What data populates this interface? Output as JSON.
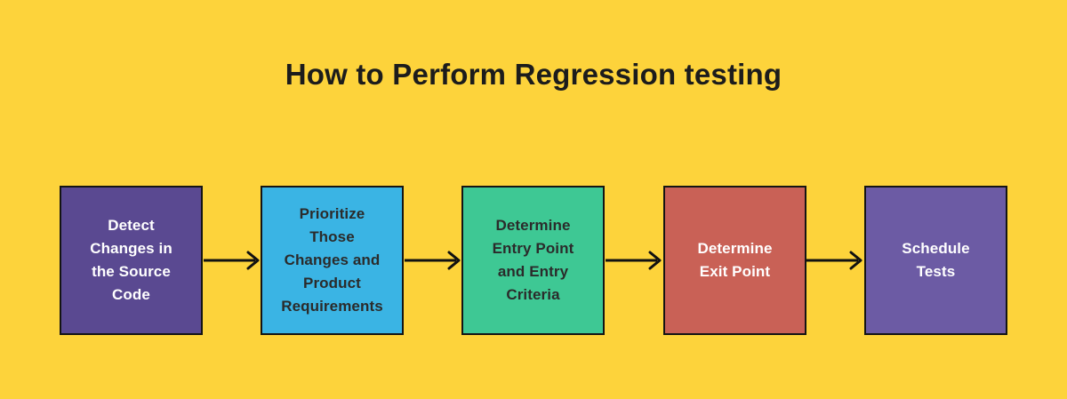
{
  "canvas": {
    "background": "#fdd33b"
  },
  "title": "How to Perform Regression testing",
  "title_color": "#1c1c1c",
  "flow": {
    "connector_color": "#111111",
    "steps": [
      {
        "label": "Detect\nChanges in\nthe Source\nCode",
        "bg": "#5a4991",
        "text_color": "#ffffff"
      },
      {
        "label": "Prioritize\nThose\nChanges and\nProduct\nRequirements",
        "bg": "#3ab4e4",
        "text_color": "#2b2b2b"
      },
      {
        "label": "Determine\nEntry Point\nand Entry\nCriteria",
        "bg": "#3ec894",
        "text_color": "#2b2b2b"
      },
      {
        "label": "Determine\nExit Point",
        "bg": "#c96156",
        "text_color": "#ffffff"
      },
      {
        "label": "Schedule\nTests",
        "bg": "#6c5ba4",
        "text_color": "#ffffff"
      }
    ]
  }
}
